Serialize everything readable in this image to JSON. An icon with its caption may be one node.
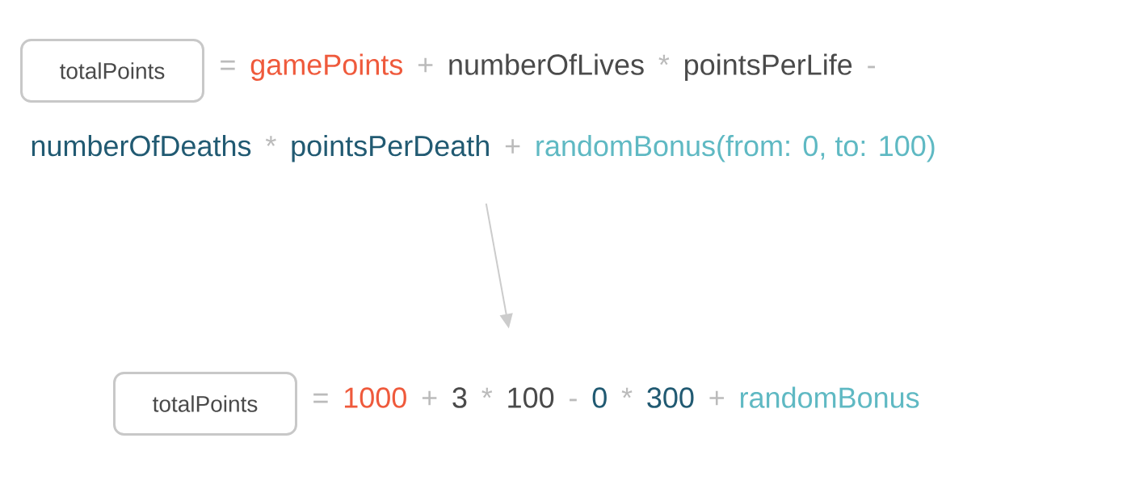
{
  "diagram": {
    "nodes": [
      {
        "text": [
          "=",
          "gamePoints",
          "+",
          "numberOfLives",
          "*",
          "pointsPerLife",
          "-",
          "numberOfDeaths",
          "*",
          "pointsPerDeath",
          "+",
          "randomBonus(from: 0, to: 100)"
        ]
      },
      {
        "text": [
          "totalPoints"
        ],
        "in": 0
      },
      {
        "text": [
          "=",
          "1000",
          "+",
          "3",
          "*",
          "100",
          "-",
          "0",
          "*",
          "300",
          "+",
          "randomBonus"
        ]
      },
      {
        "text": [
          "totalPoints"
        ],
        "in": 2
      }
    ],
    "edges": [
      {
        "from": 0,
        "to": 2,
        "arrow": "to"
      }
    ]
  }
}
